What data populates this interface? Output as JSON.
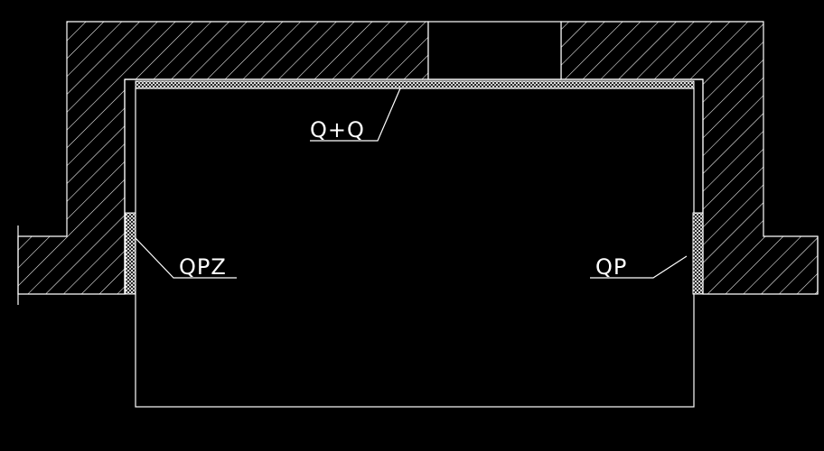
{
  "canvas": {
    "background": "#000000",
    "line_color": "#ffffff"
  },
  "labels": {
    "top": "Q+Q",
    "left": "QPZ",
    "right": "QP"
  }
}
